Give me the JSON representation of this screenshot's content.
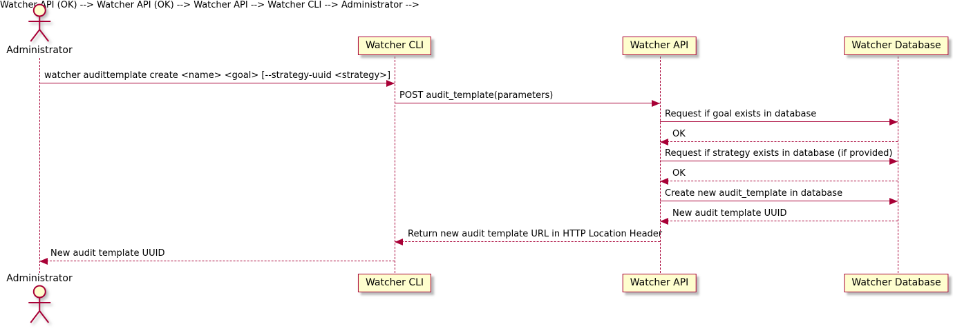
{
  "diagram_type": "uml-sequence",
  "colors": {
    "accent": "#A80036",
    "participant_fill": "#FEFECE",
    "text": "#000000",
    "shadow": "#828282"
  },
  "actors": [
    {
      "name": "Administrator"
    }
  ],
  "participants": [
    {
      "name": "Watcher CLI"
    },
    {
      "name": "Watcher API"
    },
    {
      "name": "Watcher Database"
    }
  ],
  "messages": [
    {
      "from": "Administrator",
      "to": "Watcher CLI",
      "line": "solid",
      "text": "watcher audittemplate create <name> <goal> [--strategy-uuid <strategy>]"
    },
    {
      "from": "Watcher CLI",
      "to": "Watcher API",
      "line": "solid",
      "text": "POST audit_template(parameters)"
    },
    {
      "from": "Watcher API",
      "to": "Watcher Database",
      "line": "solid",
      "text": "Request if goal exists in database"
    },
    {
      "from": "Watcher Database",
      "to": "Watcher API",
      "line": "dashed",
      "text": "OK"
    },
    {
      "from": "Watcher API",
      "to": "Watcher Database",
      "line": "solid",
      "text": "Request if strategy exists in database (if provided)"
    },
    {
      "from": "Watcher Database",
      "to": "Watcher API",
      "line": "dashed",
      "text": "OK"
    },
    {
      "from": "Watcher API",
      "to": "Watcher Database",
      "line": "solid",
      "text": "Create new audit_template in database"
    },
    {
      "from": "Watcher Database",
      "to": "Watcher API",
      "line": "dashed",
      "text": "New audit template UUID"
    },
    {
      "from": "Watcher API",
      "to": "Watcher CLI",
      "line": "dashed",
      "text": "Return new audit template URL in HTTP Location Header"
    },
    {
      "from": "Watcher CLI",
      "to": "Administrator",
      "line": "dashed",
      "text": "New audit template UUID"
    }
  ]
}
